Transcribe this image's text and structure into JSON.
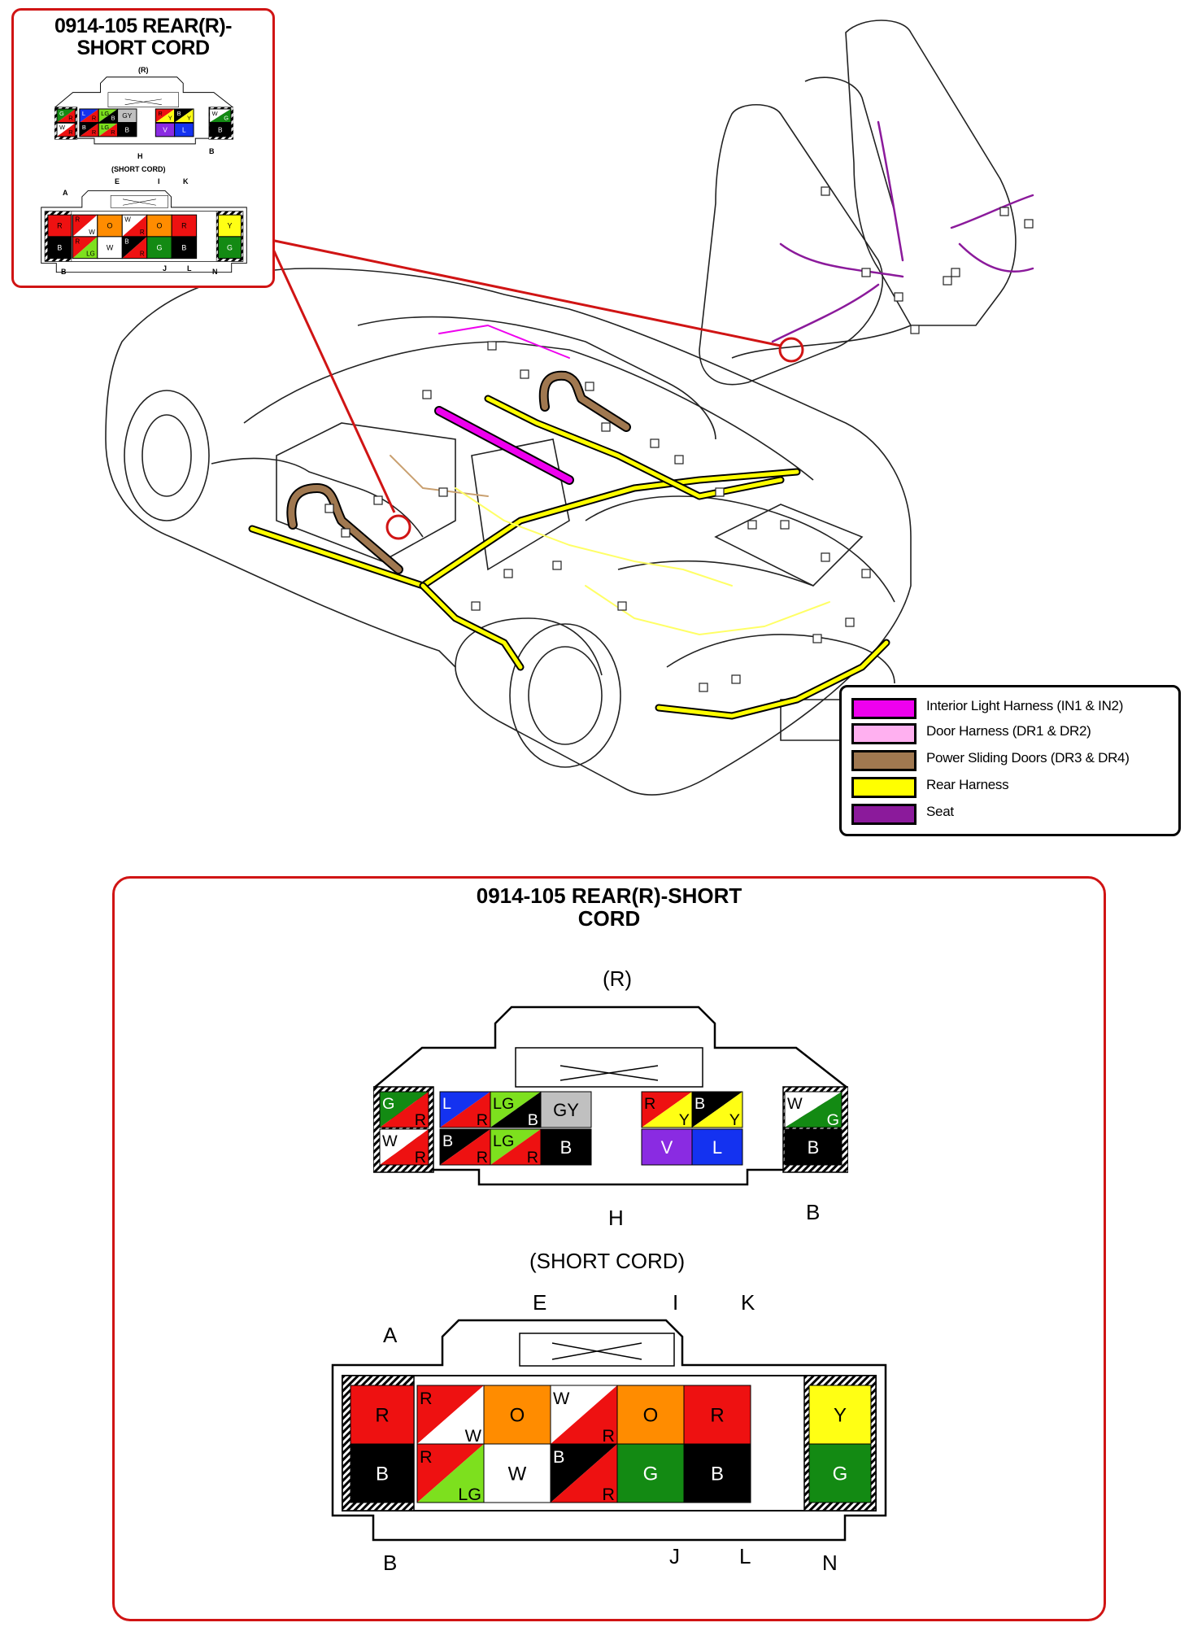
{
  "inset": {
    "title_line1": "0914-105 REAR(R)-",
    "title_line2": "SHORT CORD",
    "label_r": "(R)",
    "label_h": "H",
    "label_b": "B",
    "label_short": "(SHORT CORD)",
    "labels_top": [
      "A",
      "E",
      "I",
      "K"
    ],
    "labels_bottom": [
      "B",
      "J",
      "L",
      "N"
    ]
  },
  "panel": {
    "title_line1": "0914-105 REAR(R)-SHORT",
    "title_line2": "CORD",
    "connector_r_label": "(R)",
    "label_h": "H",
    "label_b": "B",
    "short_cord_label": "(SHORT CORD)",
    "label_a": "A",
    "label_e": "E",
    "label_i": "I",
    "label_k": "K",
    "label_b2": "B",
    "label_j": "J",
    "label_l": "L",
    "label_n": "N"
  },
  "colors": {
    "R": "#ee1111",
    "G": "#138a13",
    "W": "#ffffff",
    "L": "#1432f0",
    "LG": "#7de01e",
    "GY": "#c0c0c0",
    "Y": "#ffff14",
    "B": "#000000",
    "V": "#8a2be2",
    "O": "#ff8c00",
    "callout": "#d01414",
    "interior_light": "#ee00ee",
    "door": "#ffb0f0",
    "power_sliding": "#a07850",
    "rear": "#ffff00",
    "seat": "#8b1a9b"
  },
  "connector_r": {
    "row1": [
      [
        "G",
        "R"
      ],
      [
        "L",
        "R"
      ],
      [
        "LG",
        "B"
      ],
      [
        "GY"
      ],
      [
        "R",
        "Y"
      ],
      [
        "B",
        "Y"
      ],
      [
        "W",
        "G"
      ]
    ],
    "row2": [
      [
        "W",
        "R"
      ],
      [
        "B",
        "R"
      ],
      [
        "LG",
        "R"
      ],
      [
        "B"
      ],
      [
        "V"
      ],
      [
        "L"
      ],
      [
        "B"
      ]
    ]
  },
  "connector_short": {
    "row1": [
      [
        "R"
      ],
      [
        "R",
        "W"
      ],
      [
        "O"
      ],
      [
        "W",
        "R"
      ],
      [
        "O"
      ],
      [
        "R"
      ],
      [
        "Y"
      ]
    ],
    "row2": [
      [
        "B"
      ],
      [
        "R",
        "LG"
      ],
      [
        "W"
      ],
      [
        "B",
        "R"
      ],
      [
        "G"
      ],
      [
        "B"
      ],
      [
        "G"
      ]
    ]
  },
  "legend": [
    {
      "label": "Interior Light Harness (IN1 & IN2)",
      "color_key": "interior_light"
    },
    {
      "label": "Door Harness (DR1 & DR2)",
      "color_key": "door"
    },
    {
      "label": "Power Sliding Doors (DR3 & DR4)",
      "color_key": "power_sliding"
    },
    {
      "label": "Rear Harness",
      "color_key": "rear"
    },
    {
      "label": "Seat",
      "color_key": "seat"
    }
  ]
}
